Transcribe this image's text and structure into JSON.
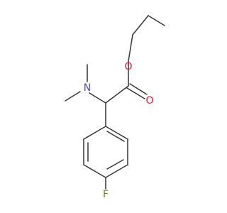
{
  "molecule": {
    "atoms": {
      "nitrogen": {
        "symbol": "N",
        "color": "#3F4ED0"
      },
      "oxygen_ester": {
        "symbol": "O",
        "color": "#E3202A"
      },
      "oxygen_carbonyl": {
        "symbol": "O",
        "color": "#E3202A"
      },
      "fluorine": {
        "symbol": "F",
        "color": "#6B8E23"
      }
    },
    "bond_color": "#3A3A3A"
  }
}
